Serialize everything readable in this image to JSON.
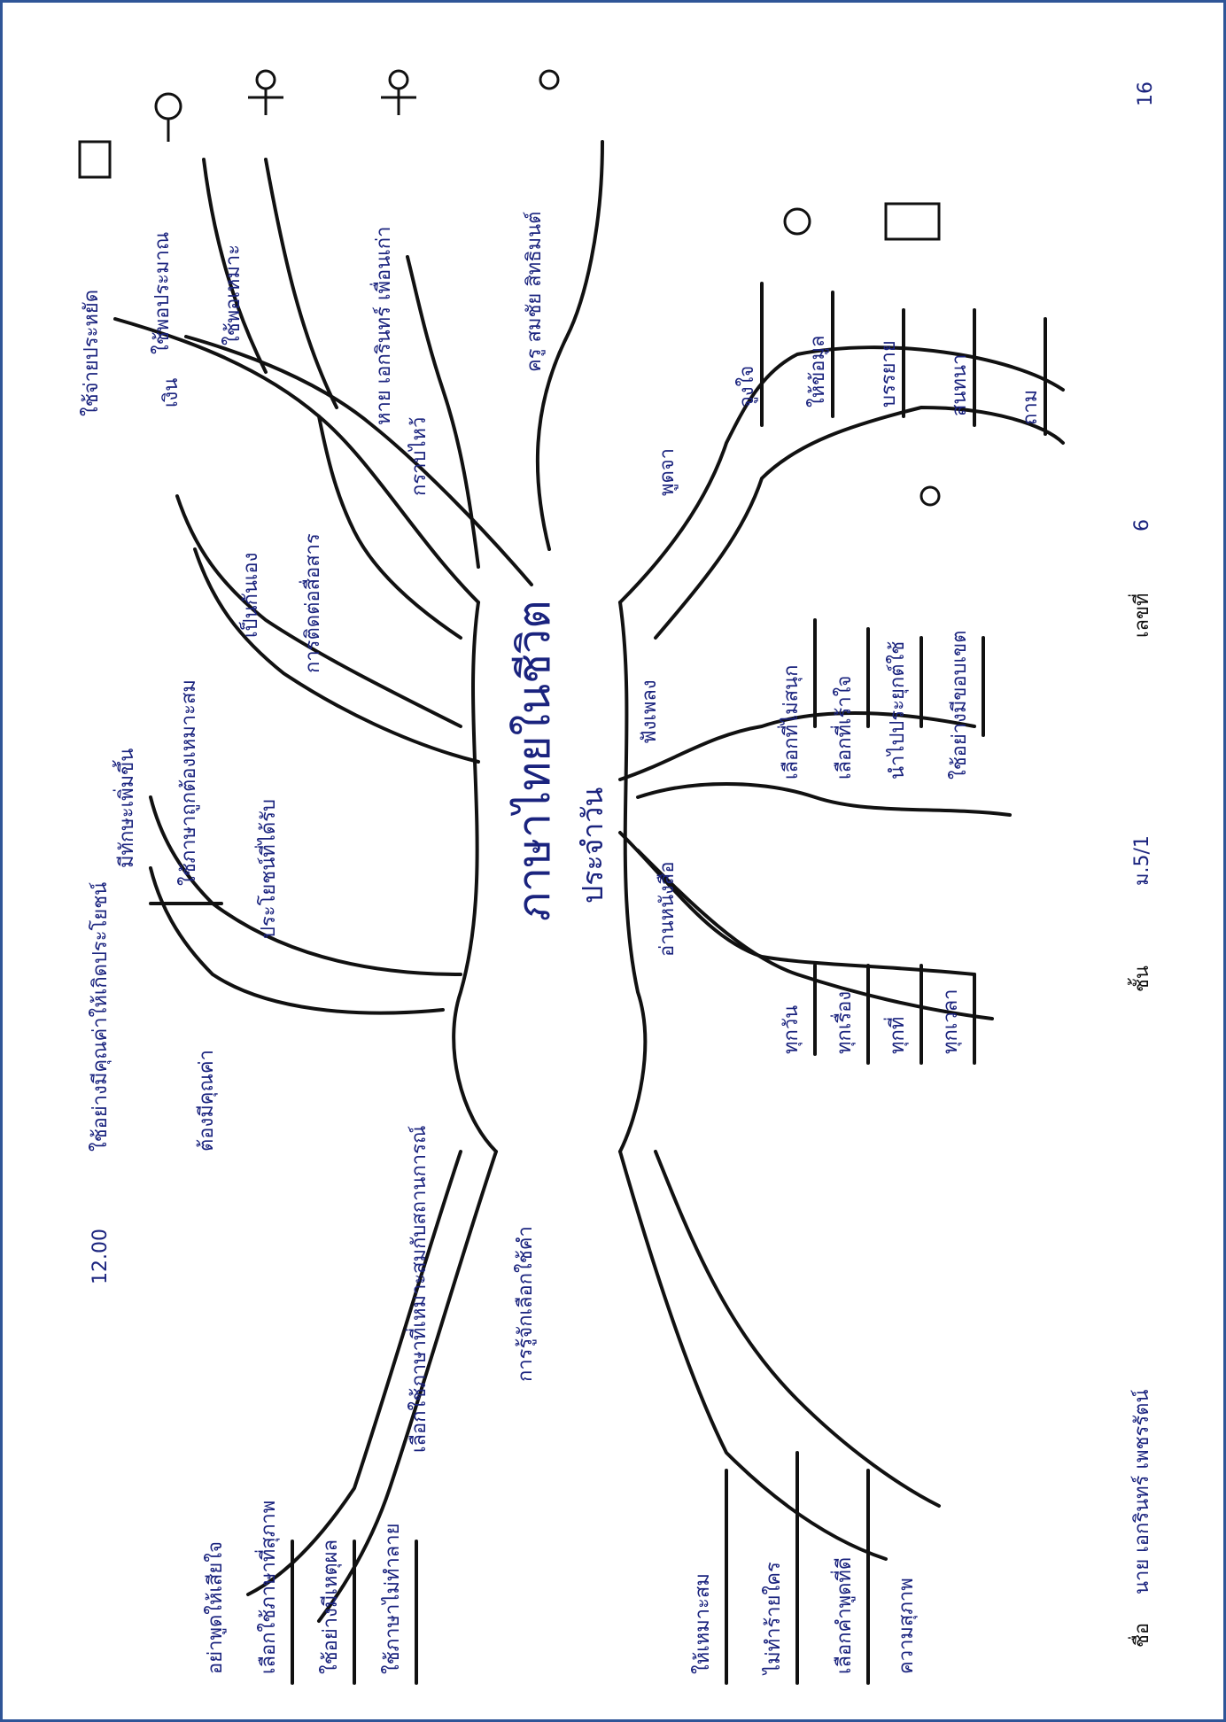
{
  "colors": {
    "ink": "#111111",
    "pen": "#1a237e",
    "border": "#2f5597"
  },
  "page_number": "16",
  "time_note": "12.00",
  "center": {
    "title": "ภาษาไทยในชีวิต",
    "subtitle": "ประจำวัน"
  },
  "branches": {
    "money": {
      "root": "เงิน",
      "items": [
        "ใช้จ่ายประหยัด",
        "ใช้พอประมาณ",
        "ใช้พอเหมาะ"
      ]
    },
    "respect": {
      "root": "กราบไหว้",
      "items": [
        "หาย เอกรินทร์ เพื่อนเก่า",
        "ครู สมชัย สิทธิมนต์"
      ]
    },
    "speak": {
      "root": "พูดจา",
      "items": [
        "จูงใจ",
        "ให้ข้อมูล",
        "บรรยาย",
        "สนทนา",
        "ถาม"
      ]
    },
    "listen": {
      "root": "ฟังเพลง",
      "items": [
        "เลือกที่ไม่สนุก",
        "เลือกที่เร้าใจ",
        "นำไปประยุกต์ใช้",
        "ใช้อย่างมีขอบเขต"
      ]
    },
    "read": {
      "root": "อ่านหนังสือ",
      "items": [
        "ทุกวัน",
        "ทุกเรื่อง",
        "ทุกที่",
        "ทุกเวลา"
      ]
    },
    "know": {
      "root": "การรู้จักเลือกใช้คำ",
      "items": [
        "ให้เหมาะสม",
        "ไม่ทำร้ายใคร",
        "เลือกคำพูดที่ดี",
        "ความสุภาพ"
      ]
    },
    "media": {
      "root": "เลือกใช้ภาษาที่เหมาะสมกับสถานการณ์",
      "items": [
        "เลือกใช้ภาษาที่สุภาพ",
        "ใช้อย่างมีเหตุผล",
        "ใช้ภาษาไม่ทำลาย",
        "อย่าพูดให้เสียใจ"
      ]
    },
    "benefit": {
      "root": "ประโยชน์ที่ได้รับ",
      "items": [
        "มีทักษะเพิ่มขึ้น",
        "ใช้ภาษาถูกต้องเหมาะสม"
      ]
    },
    "value": {
      "root": "ต้องมีคุณค่า",
      "items": [
        "ใช้อย่างมีคุณค่าให้เกิดประโยชน์"
      ]
    },
    "relate": {
      "root": "การติดต่อสื่อสาร",
      "items": [
        "เป็นกันเอง"
      ]
    }
  },
  "footer": {
    "name_label": "ชื่อ",
    "name_value": "นาย เอกรินทร์ เพชรรัตน์",
    "class_label": "ชั้น",
    "class_value": "ม.5/1",
    "number_label": "เลขที่",
    "number_value": "6"
  }
}
